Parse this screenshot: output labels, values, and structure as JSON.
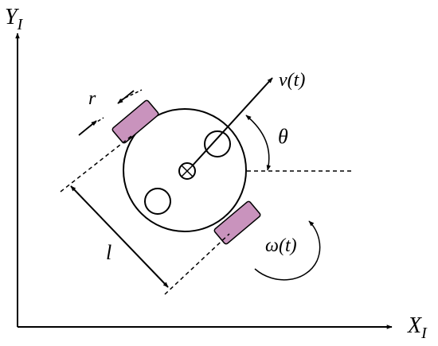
{
  "axes": {
    "x_label": "X",
    "x_sub": "I",
    "y_label": "Y",
    "y_sub": "I"
  },
  "robot": {
    "velocity_label": "v(t)",
    "angle_label": "θ",
    "angular_velocity_label": "ω(t)",
    "wheel_radius_label": "r",
    "wheel_base_label": "l",
    "wheel_color": "#c993bd",
    "line_color": "#000000"
  }
}
